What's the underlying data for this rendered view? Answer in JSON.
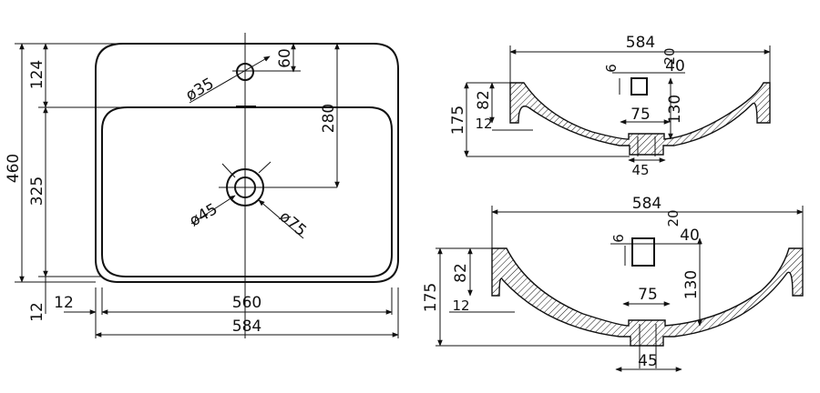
{
  "drawing": {
    "top_view": {
      "height_total": "460",
      "height_upper": "124",
      "height_basin": "325",
      "height_lip": "12",
      "lip_width": "12",
      "inner_width": "560",
      "outer_width": "584",
      "tap_hole_offset": "60",
      "tap_hole_dia": "ø35",
      "drain_offset": "280",
      "drain_dia": "ø45",
      "drain_outer_dia": "ø75"
    },
    "section_a": {
      "width": "584",
      "rim_offset": "20",
      "wall": "6",
      "overflow_width": "40",
      "rim_depth": "82",
      "total_height": "175",
      "bottom_thickness": "12",
      "basin_depth": "130",
      "drain_top": "75",
      "drain_bottom": "45"
    },
    "section_b": {
      "width": "584",
      "rim_offset": "20",
      "wall": "6",
      "overflow_width": "40",
      "rim_depth": "82",
      "total_height": "175",
      "bottom_thickness": "12",
      "basin_depth": "130",
      "drain_top": "75",
      "drain_bottom": "45"
    }
  }
}
